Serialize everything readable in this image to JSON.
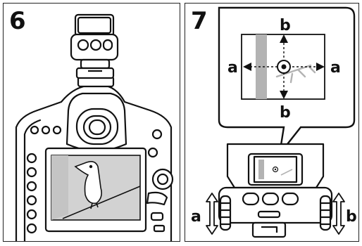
{
  "panels": [
    {
      "step": "6"
    },
    {
      "step": "7",
      "axis_labels": {
        "horizontal": "a",
        "vertical": "b"
      }
    }
  ],
  "colors": {
    "line": "#111111",
    "fill": "#ffffff",
    "lcd": "#d2d2d2",
    "tree": "#b3b3b3"
  }
}
